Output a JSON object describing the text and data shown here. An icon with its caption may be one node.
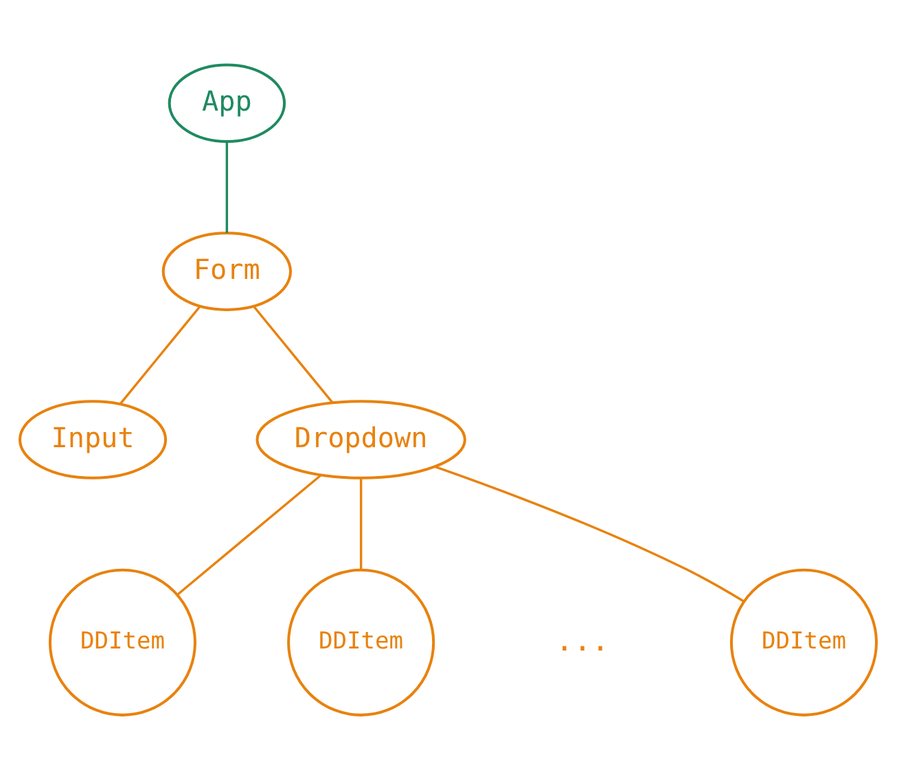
{
  "diagram": {
    "nodes": [
      {
        "text": [
          "App"
        ]
      },
      {
        "text": [
          "Form"
        ]
      },
      {
        "text": [
          "Input"
        ]
      },
      {
        "text": [
          "Dropdown"
        ]
      },
      {
        "text": [
          "DDItem"
        ]
      },
      {
        "text": [
          "DDItem"
        ]
      },
      {
        "text": [
          "DDItem"
        ]
      }
    ],
    "edges": [
      {
        "from": 0,
        "to": 1,
        "arrow": "none",
        "color": "#1f8a60"
      },
      {
        "from": 1,
        "to": 2,
        "arrow": "none"
      },
      {
        "from": 1,
        "to": 3,
        "arrow": "none"
      },
      {
        "from": 3,
        "to": 4,
        "arrow": "none"
      },
      {
        "from": 3,
        "to": 5,
        "arrow": "none"
      },
      {
        "from": 3,
        "to": 6,
        "arrow": "none"
      }
    ],
    "labels": [
      "..."
    ]
  }
}
